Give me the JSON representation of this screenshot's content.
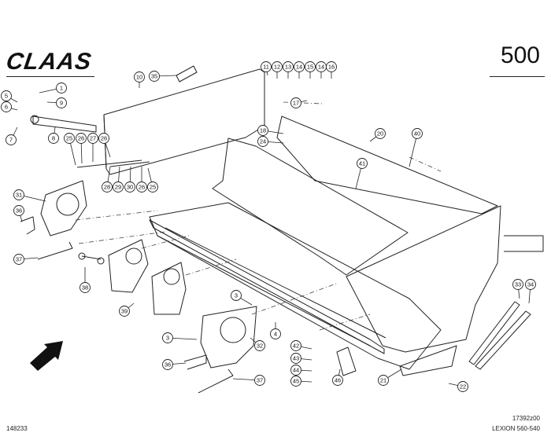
{
  "header": {
    "brand": "CLAAS",
    "page_number": "500"
  },
  "footer": {
    "left_code": "148233",
    "right_code": "17392z00",
    "model": "LEXION 560-540"
  },
  "callouts": [
    "1",
    "3",
    "3",
    "4",
    "5",
    "6",
    "7",
    "8",
    "9",
    "10",
    "11",
    "12",
    "13",
    "14",
    "15",
    "14",
    "16",
    "17",
    "18",
    "20",
    "21",
    "22",
    "24",
    "25",
    "26",
    "27",
    "26",
    "25",
    "26",
    "28",
    "29",
    "30",
    "31",
    "32",
    "33",
    "34",
    "35",
    "36",
    "36",
    "37",
    "37",
    "38",
    "39",
    "40",
    "41",
    "42",
    "43",
    "44",
    "45",
    "46"
  ]
}
